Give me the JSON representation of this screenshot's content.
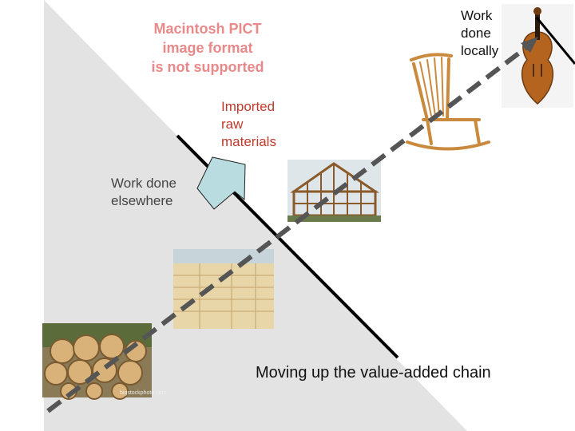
{
  "labels": {
    "pict_error": [
      "Macintosh PICT",
      "image format",
      "is not supported"
    ],
    "work_local": [
      "Work",
      "done",
      "locally"
    ],
    "imported": [
      "Imported",
      "raw",
      "materials"
    ],
    "work_elsewhere": [
      "Work done",
      "elsewhere"
    ],
    "caption": "Moving up the value-added chain",
    "logs_watermark": "bigstockphoto.com"
  },
  "images": {
    "logs": "log-pile",
    "lumber": "lumber-stack",
    "frame": "house-frame",
    "chair": "rocking-chair",
    "violin": "violin"
  },
  "colors": {
    "triangle": "#e3e3e3",
    "dashed_line": "#555555",
    "divider_line": "#000000",
    "callout": "#b9dce0",
    "imported_text": "#c0392b",
    "pict_text": "#e8898a"
  }
}
